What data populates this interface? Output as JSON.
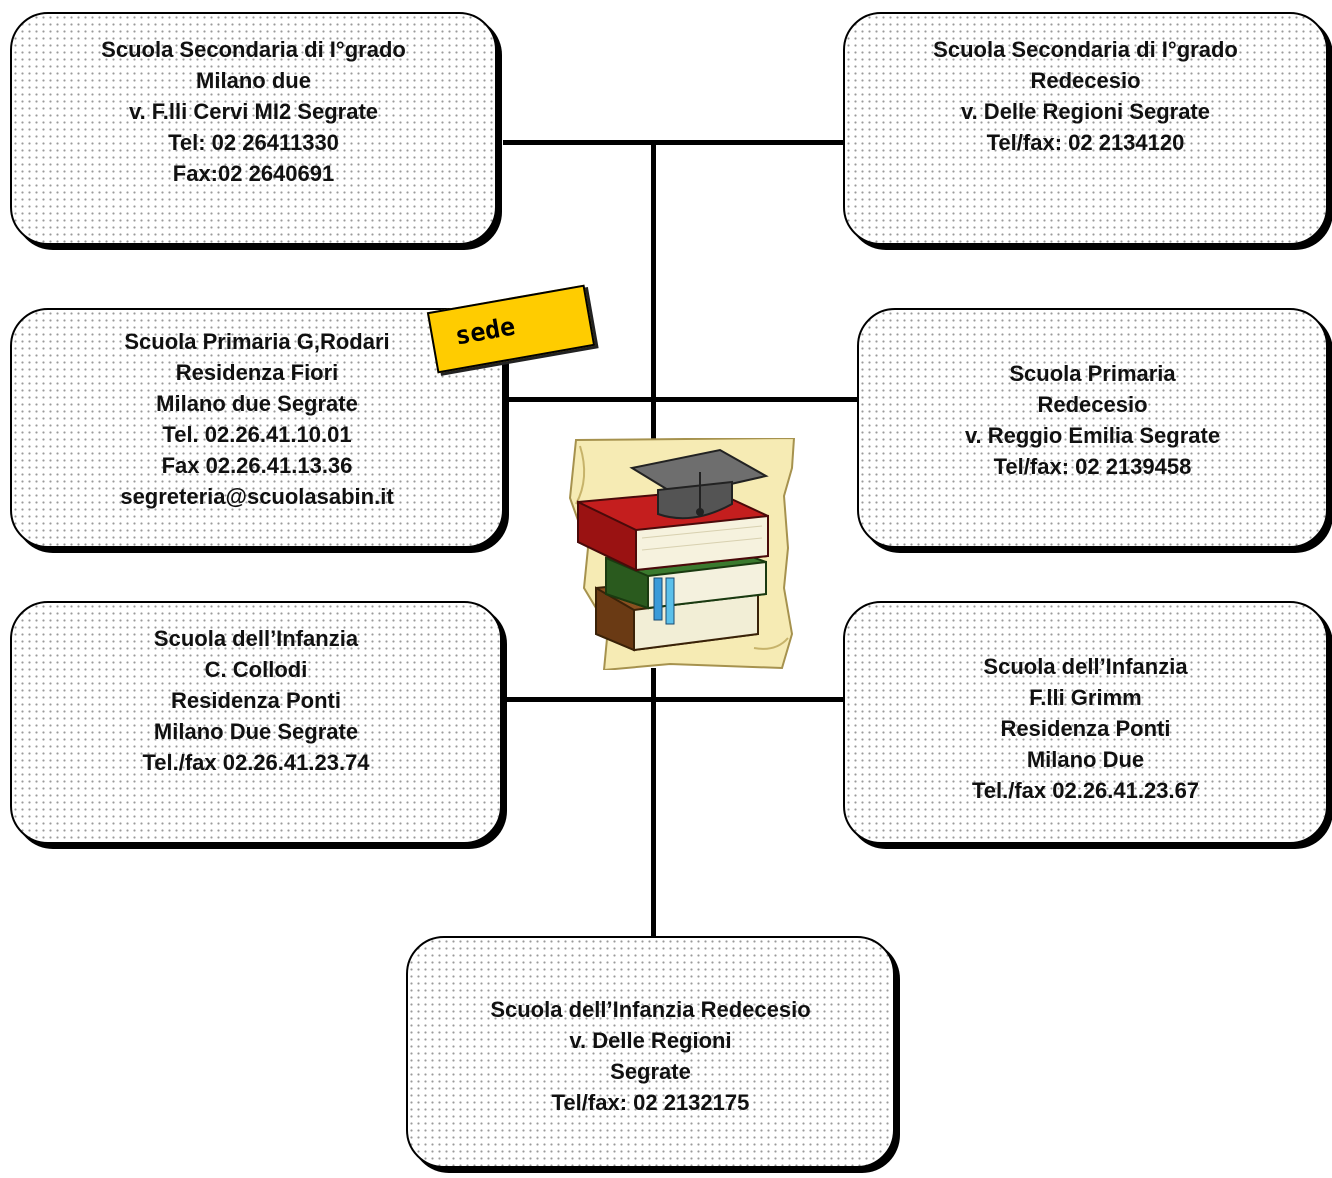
{
  "boxes": [
    {
      "lines": [
        "Scuola Secondaria di I°grado",
        "Milano due",
        "v. F.lli Cervi  MI2 Segrate",
        "Tel: 02 26411330",
        "Fax:02 2640691"
      ]
    },
    {
      "lines": [
        "Scuola Secondaria di I°grado",
        "Redecesio",
        "v. Delle Regioni Segrate",
        "Tel/fax: 02 2134120"
      ]
    },
    {
      "lines": [
        "Scuola Primaria G,Rodari",
        "Residenza Fiori",
        "Milano due Segrate",
        "Tel. 02.26.41.10.01",
        "Fax 02.26.41.13.36",
        "segreteria@scuolasabin.it"
      ]
    },
    {
      "lines": [
        "Scuola Primaria",
        "Redecesio",
        "v. Reggio Emilia Segrate",
        "Tel/fax: 02 2139458"
      ]
    },
    {
      "lines": [
        "Scuola dell’Infanzia",
        "C. Collodi",
        "Residenza Ponti",
        "Milano Due Segrate",
        "Tel./fax 02.26.41.23.74"
      ]
    },
    {
      "lines": [
        "Scuola dell’Infanzia",
        "F.lli Grimm",
        "Residenza Ponti",
        "Milano Due",
        "Tel./fax 02.26.41.23.67"
      ]
    },
    {
      "lines": [
        "Scuola dell’Infanzia Redecesio",
        "v. Delle Regioni",
        "Segrate",
        "Tel/fax: 02 2132175"
      ]
    }
  ],
  "tag": {
    "label": "sede",
    "color": "#ffcc00"
  },
  "illustration": {
    "icon": "books-graduation-cap-icon"
  }
}
